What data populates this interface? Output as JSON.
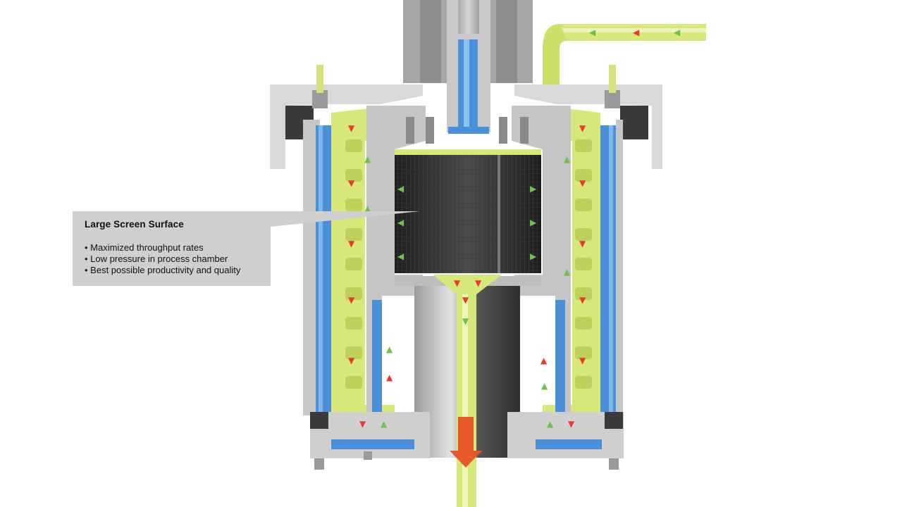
{
  "callout": {
    "title": "Large Screen Surface",
    "bullets": [
      "Maximized throughput rates",
      "Low pressure in process chamber",
      "Best possible productivity and quality"
    ]
  },
  "colors": {
    "product_flow": "#d8e77a",
    "cooling_jacket": "#4a90d9",
    "housing": "#bdbdbd",
    "screen_drum": "#2f2f2f",
    "arrow_inflow": "#e8392a",
    "arrow_outflow": "#6cc24a"
  },
  "icons": {
    "flow_arrow_red": "arrow-down-red",
    "flow_arrow_green": "arrow-green"
  }
}
